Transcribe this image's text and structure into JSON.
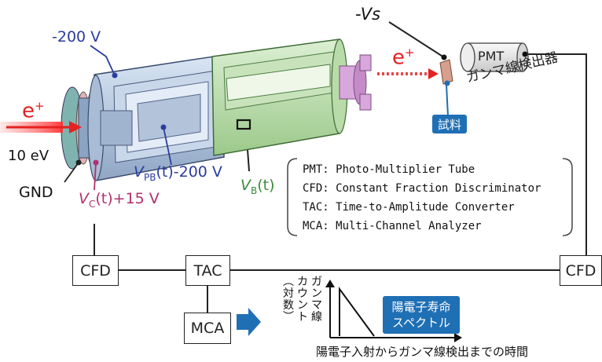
{
  "labels": {
    "positron_left": "e",
    "positron_right": "e",
    "plus": "+",
    "vs_label": "-Vs",
    "pmt": "PMT",
    "gamma_detector": "ガンマ線検出器",
    "sample": "試料",
    "minus200": "-200 V",
    "energy10ev": "10 eV",
    "gnd": "GND",
    "vc_main": "V",
    "vc_sub": "C",
    "vc_rest": "(t)+15 V",
    "vpb_main": "V",
    "vpb_sub": "PB",
    "vpb_rest": "(t)-200 V",
    "vb_main": "V",
    "vb_sub": "B",
    "vb_rest": "(t)"
  },
  "abbreviations": [
    "PMT: Photo-Multiplier Tube",
    "CFD: Constant Fraction Discriminator",
    "TAC: Time-to-Amplitude Converter",
    "MCA: Multi-Channel Analyzer"
  ],
  "boxes": {
    "cfd_left": "CFD",
    "tac": "TAC",
    "cfd_right": "CFD",
    "mca": "MCA"
  },
  "spectrum": {
    "ylabel_line1": "ガンマ線",
    "ylabel_line2": "カウント",
    "ylabel_line3": "(対数)",
    "xlabel": "陽電子入射からガンマ線検出までの時間",
    "badge_line1": "陽電子寿命",
    "badge_line2": "スペクトル"
  },
  "colors": {
    "blue_label": "#2b3c9e",
    "magenta_label": "#b0306f",
    "green_label": "#3a8a3a",
    "badge_blue": "#1f6fb5",
    "beam_red": "#e32222"
  }
}
